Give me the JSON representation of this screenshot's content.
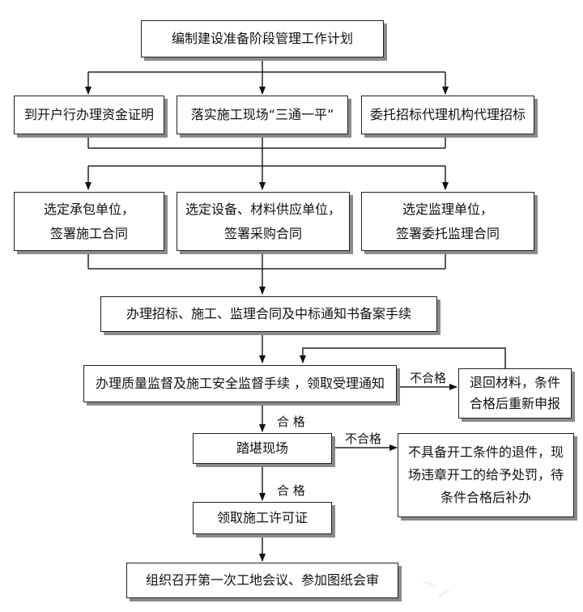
{
  "flow": {
    "plan": "编制建设准备阶段管理工作计划",
    "step2": [
      "到开户行办理资金证明",
      "落实施工现场“三通一平”",
      "委托招标代理机构代理招标"
    ],
    "step3": [
      {
        "line1": "选定承包单位，",
        "line2": "签署施工合同"
      },
      {
        "line1": "选定设备、材料供应单位，",
        "line2": "签署采购合同"
      },
      {
        "line1": "选定监理单位，",
        "line2": "签署委托监理合同"
      }
    ],
    "filing": "办理招标、施工、监理合同及中标通知书备案手续",
    "supervision": "办理质量监督及施工安全监督手续 ，领取受理通知",
    "return": {
      "line1": "退回材料，条件",
      "line2": "合格后重新申报"
    },
    "survey": "踏堪现场",
    "penalty": {
      "line1": "不具备开工条件的退件，现",
      "line2": "场违章开工的给予处罚，待",
      "line3": "条件合格后补办"
    },
    "permit": "领取施工许可证",
    "meeting": "组织召开第一次工地会议、参加图纸会审"
  },
  "labels": {
    "fail_1": "不合格",
    "pass_1": "合 格",
    "fail_2": "不合格",
    "pass_2": "合 格"
  }
}
